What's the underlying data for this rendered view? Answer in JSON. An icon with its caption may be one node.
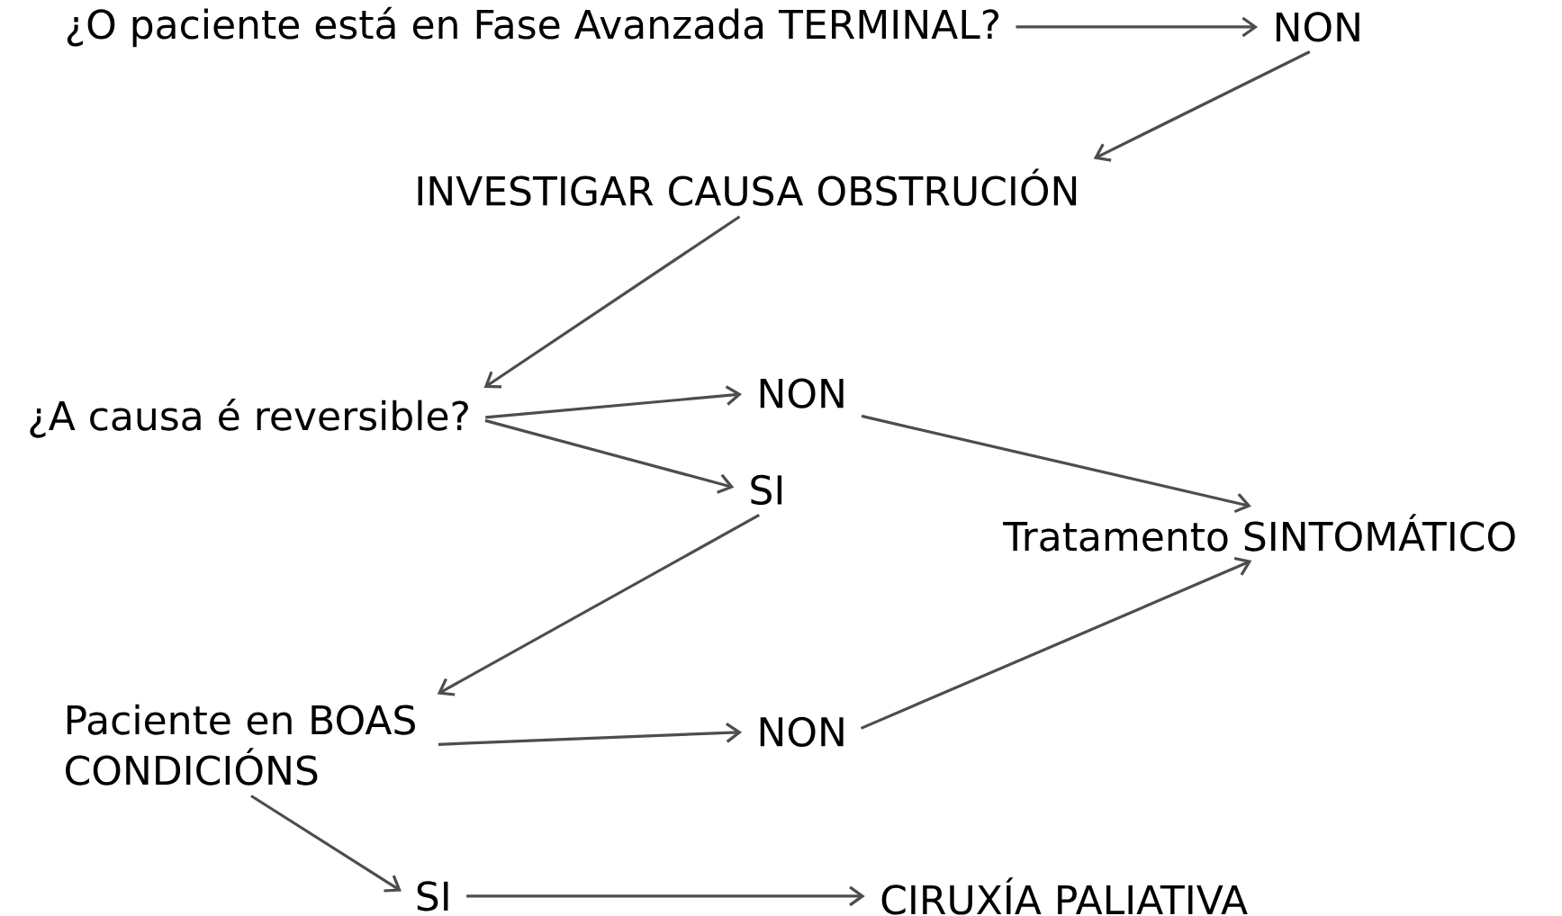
{
  "diagram": {
    "nodes": [
      {
        "text": [
          "¿O paciente está en Fase Avanzada TERMINAL?"
        ]
      },
      {
        "text": [
          "NON"
        ]
      },
      {
        "text": [
          "INVESTIGAR CAUSA OBSTRUCIÓN"
        ]
      },
      {
        "text": [
          "¿A causa é reversible?"
        ]
      },
      {
        "text": [
          "NON"
        ]
      },
      {
        "text": [
          "SI"
        ]
      },
      {
        "text": [
          "Tratamento SINTOMÁTICO"
        ]
      },
      {
        "text": [
          "Paciente en BOAS CONDICIÓNS"
        ]
      },
      {
        "text": [
          "NON"
        ]
      },
      {
        "text": [
          "SI"
        ]
      },
      {
        "text": [
          "CIRUXÍA PALIATIVA"
        ]
      }
    ],
    "edges": [
      {
        "from": 0,
        "to": 1,
        "arrow": "to"
      },
      {
        "from": 1,
        "to": 2,
        "arrow": "to"
      },
      {
        "from": 2,
        "to": 3,
        "arrow": "to"
      },
      {
        "from": 3,
        "to": 4,
        "arrow": "to"
      },
      {
        "from": 3,
        "to": 5,
        "arrow": "to"
      },
      {
        "from": 4,
        "to": 6,
        "arrow": "to"
      },
      {
        "from": 5,
        "to": 7,
        "arrow": "to"
      },
      {
        "from": 7,
        "to": 8,
        "arrow": "to"
      },
      {
        "from": 8,
        "to": 6,
        "arrow": "to"
      },
      {
        "from": 7,
        "to": 9,
        "arrow": "to"
      },
      {
        "from": 9,
        "to": 10,
        "arrow": "to"
      }
    ]
  }
}
